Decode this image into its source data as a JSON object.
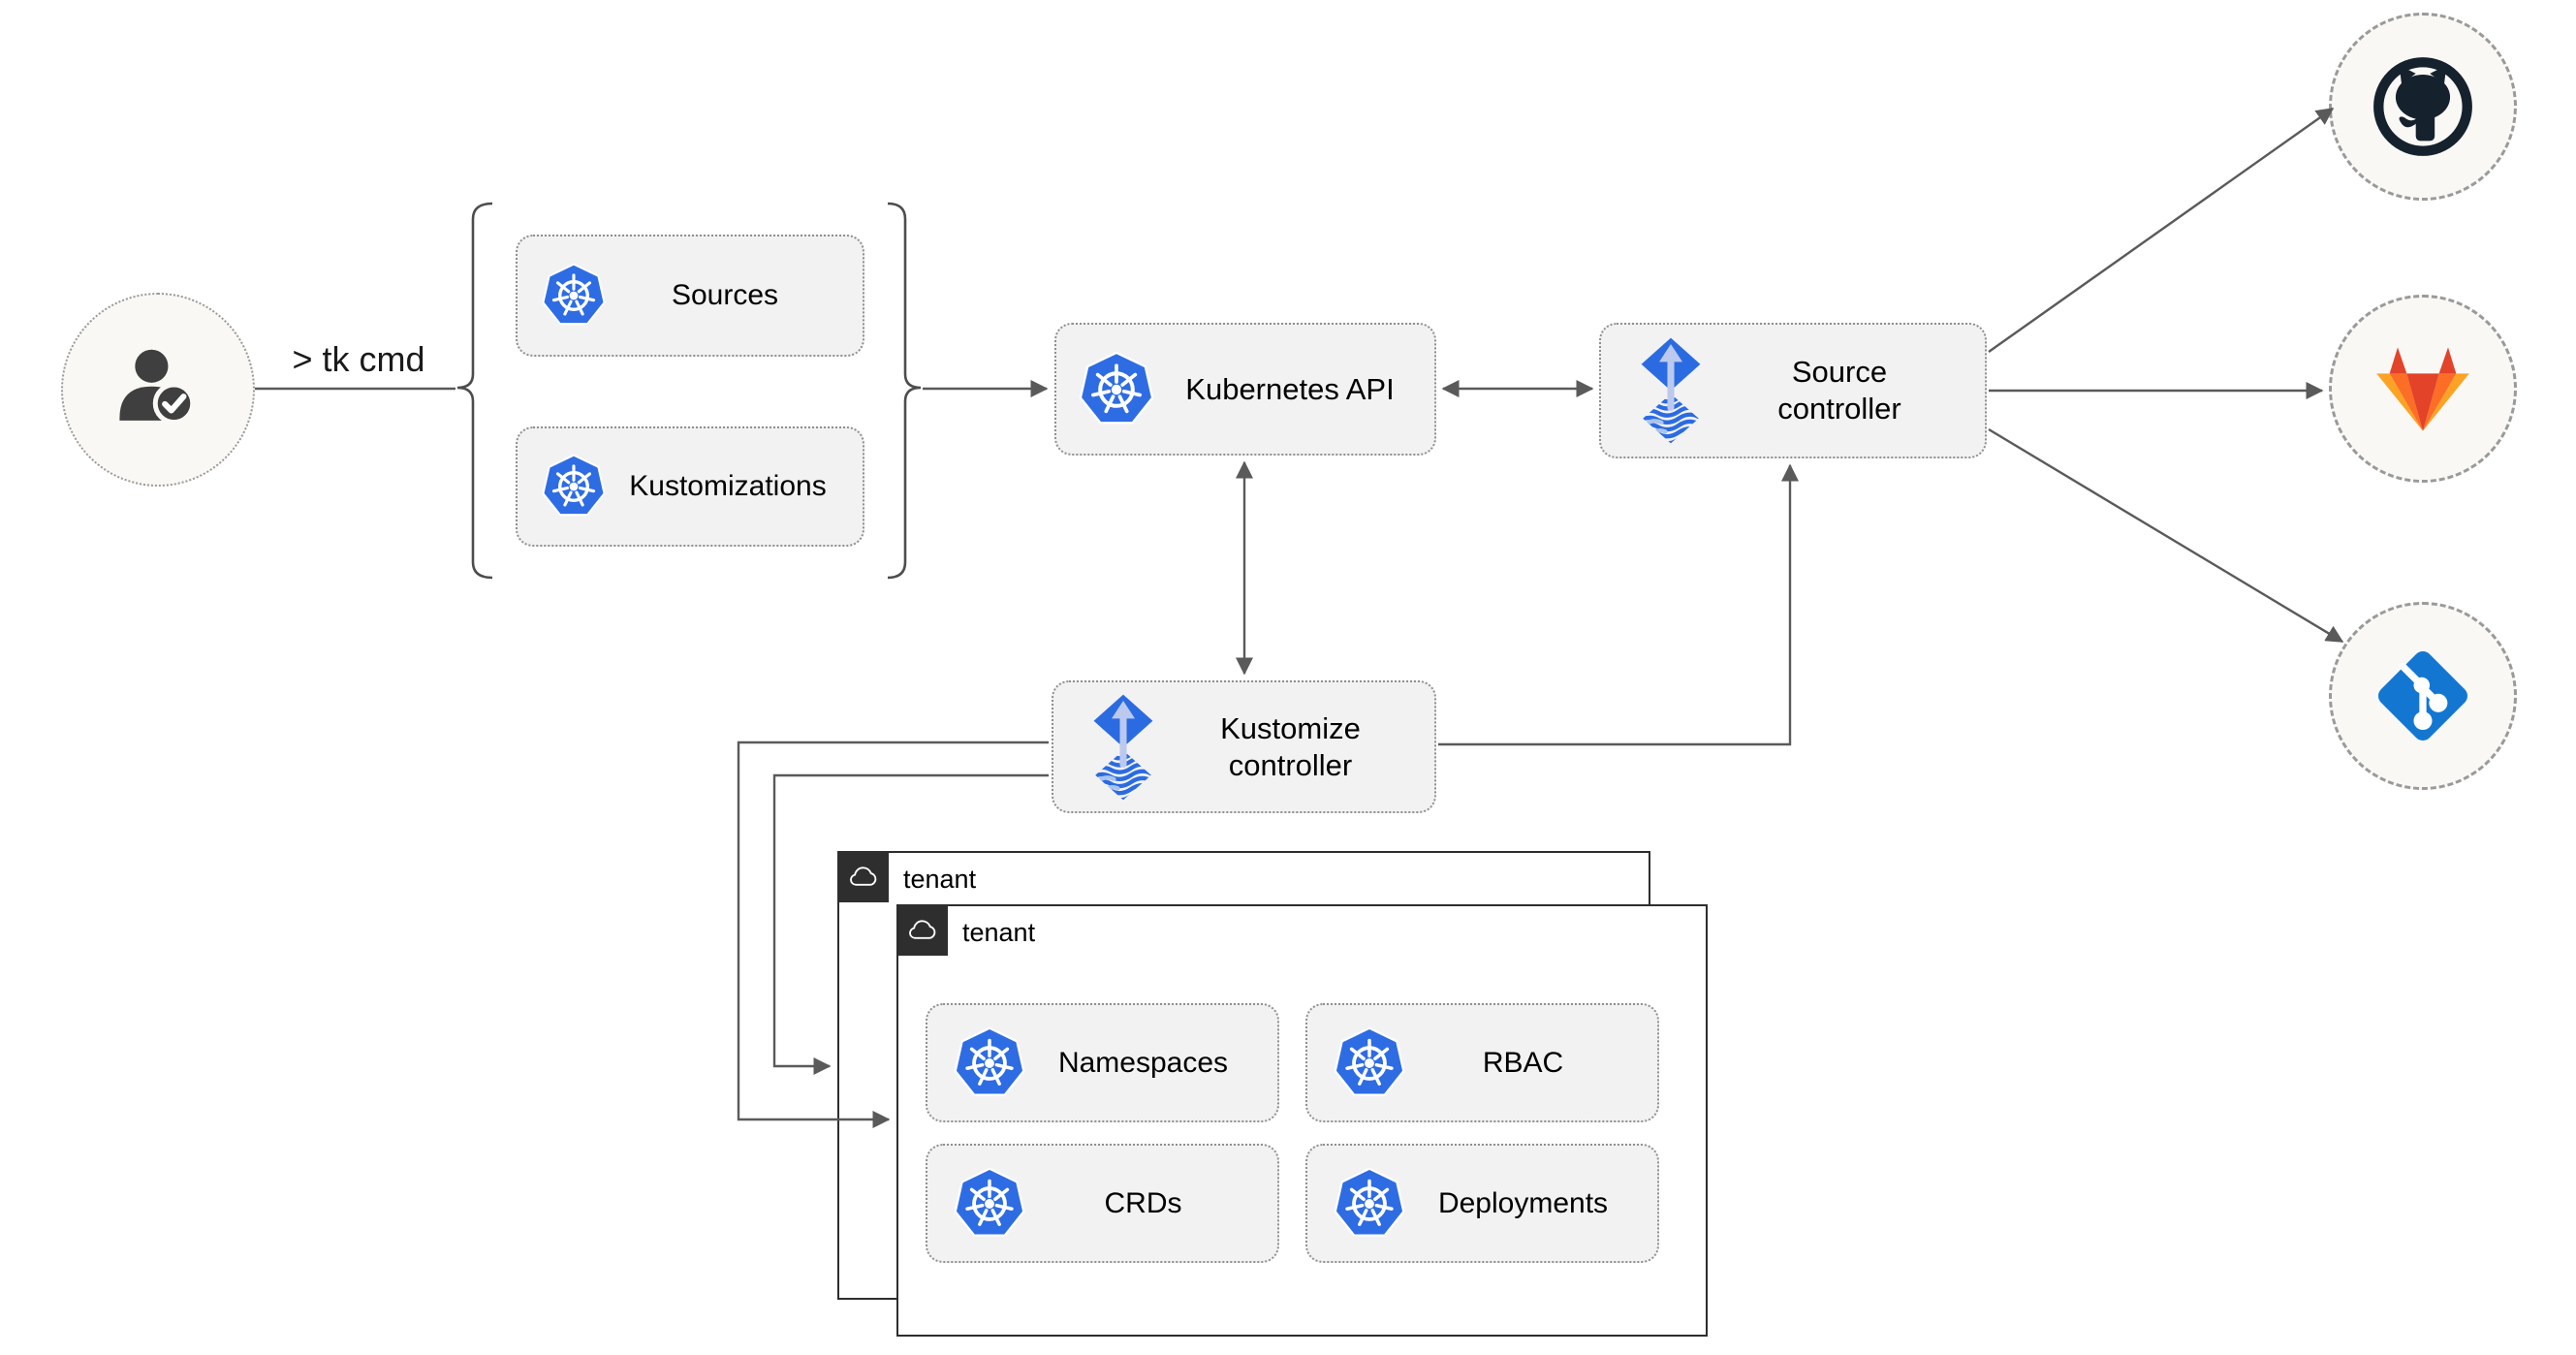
{
  "user": {
    "command": "> tk cmd"
  },
  "crd_group": {
    "sources": "Sources",
    "kustomizations": "Kustomizations"
  },
  "nodes": {
    "kubernetes_api": "Kubernetes API",
    "source_controller": [
      "Source",
      "controller"
    ],
    "kustomize_controller": [
      "Kustomize",
      "controller"
    ]
  },
  "tenants": [
    {
      "label": "tenant"
    },
    {
      "label": "tenant"
    }
  ],
  "tenant_resources": [
    "Namespaces",
    "RBAC",
    "CRDs",
    "Deployments"
  ],
  "git_providers": [
    "GitHub",
    "GitLab",
    "Git"
  ],
  "icons": {
    "user": "user-check-icon",
    "resource": "kubernetes-icon",
    "controller": "flux-icon",
    "tenant": "cloud-icon",
    "github": "github-icon",
    "gitlab": "gitlab-icon",
    "git": "git-icon"
  },
  "edges": [
    {
      "from": "user",
      "to": "crd-group",
      "style": "plain"
    },
    {
      "from": "crd-group",
      "to": "kubernetes-api",
      "style": "arrow"
    },
    {
      "from": "kubernetes-api",
      "to": "source-controller",
      "style": "double-arrow"
    },
    {
      "from": "kubernetes-api",
      "to": "kustomize-controller",
      "style": "double-arrow"
    },
    {
      "from": "kustomize-controller",
      "to": "source-controller",
      "style": "arrow"
    },
    {
      "from": "kustomize-controller",
      "to": "tenant-front",
      "style": "arrow"
    },
    {
      "from": "kustomize-controller",
      "to": "tenant-back",
      "style": "arrow"
    },
    {
      "from": "source-controller",
      "to": "github",
      "style": "arrow"
    },
    {
      "from": "source-controller",
      "to": "gitlab",
      "style": "arrow"
    },
    {
      "from": "source-controller",
      "to": "git",
      "style": "arrow"
    }
  ],
  "colors": {
    "kubernetes_blue": "#2e6ce4",
    "flux_blue": "#2b6be2",
    "flux_arrow_light": "#bcc9ef",
    "git_blue": "#1377d2",
    "gitlab_red": "#e24329",
    "gitlab_orange": "#fc6d26",
    "gitlab_amber": "#fca326",
    "github_dark": "#15222e",
    "line_gray": "#5a5a5a",
    "node_fill": "#f2f2f2",
    "node_border": "#8f8f8f",
    "circle_fill": "#faf8f5",
    "tenant_border": "#2e2e2e"
  }
}
